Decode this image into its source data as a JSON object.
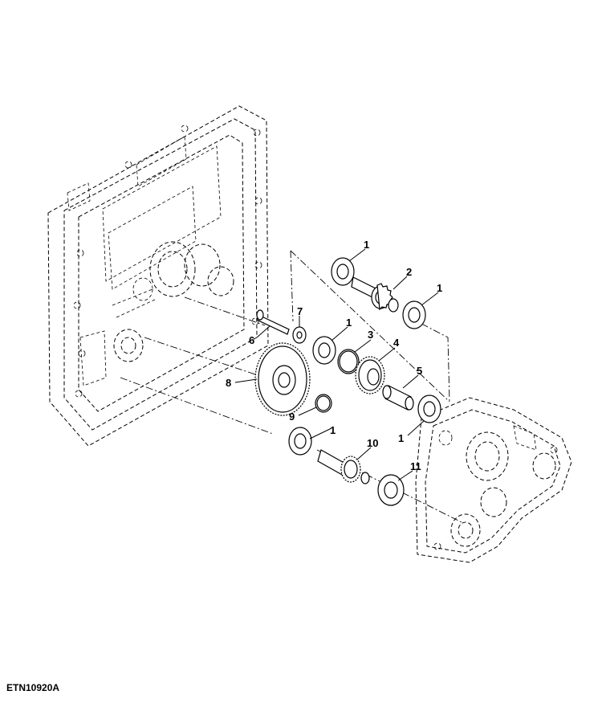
{
  "figure_id": "ETN10920A",
  "callouts": {
    "c1a": "1",
    "c2": "2",
    "c1b": "1",
    "c7": "7",
    "c1c": "1",
    "c3": "3",
    "c4": "4",
    "c6": "6",
    "c8": "8",
    "c5": "5",
    "c9": "9",
    "c1d": "1",
    "c1e": "1",
    "c10": "10",
    "c11": "11"
  }
}
